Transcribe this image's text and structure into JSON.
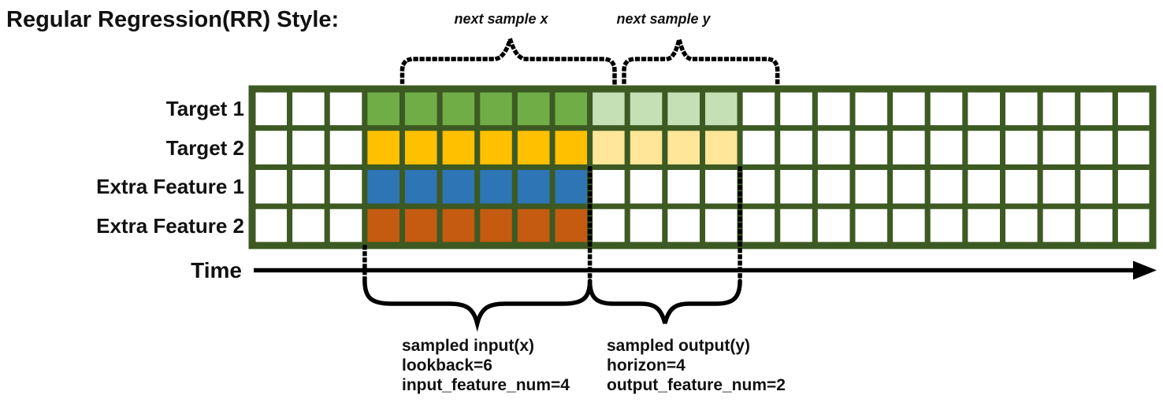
{
  "title": "Regular Regression(RR) Style:",
  "colors": {
    "grid_border": "#3d5a23",
    "empty_cell": "#ffffff",
    "target1_input": "#70ad47",
    "target1_output": "#c5e0b4",
    "target2_input": "#ffc000",
    "target2_output": "#ffe699",
    "extra1_input": "#2e75b6",
    "extra2_input": "#c55a11"
  },
  "grid": {
    "columns": 24,
    "leading_empty_columns": 3,
    "lookback": 6,
    "horizon": 4,
    "input_feature_num": 4,
    "output_feature_num": 2,
    "rows": [
      {
        "label": "Target 1",
        "input_color": "#70ad47",
        "output_color": "#c5e0b4"
      },
      {
        "label": "Target 2",
        "input_color": "#ffc000",
        "output_color": "#ffe699"
      },
      {
        "label": "Extra Feature 1",
        "input_color": "#2e75b6",
        "output_color": null
      },
      {
        "label": "Extra Feature 2",
        "input_color": "#c55a11",
        "output_color": null
      }
    ]
  },
  "time_axis": {
    "label": "Time"
  },
  "annotations": {
    "next_sample_x": "next sample x",
    "next_sample_y": "next sample y",
    "input_block": {
      "line1": "sampled input(x)",
      "line2": "lookback=6",
      "line3": "input_feature_num=4"
    },
    "output_block": {
      "line1": "sampled output(y)",
      "line2": "horizon=4",
      "line3": "output_feature_num=2"
    }
  }
}
